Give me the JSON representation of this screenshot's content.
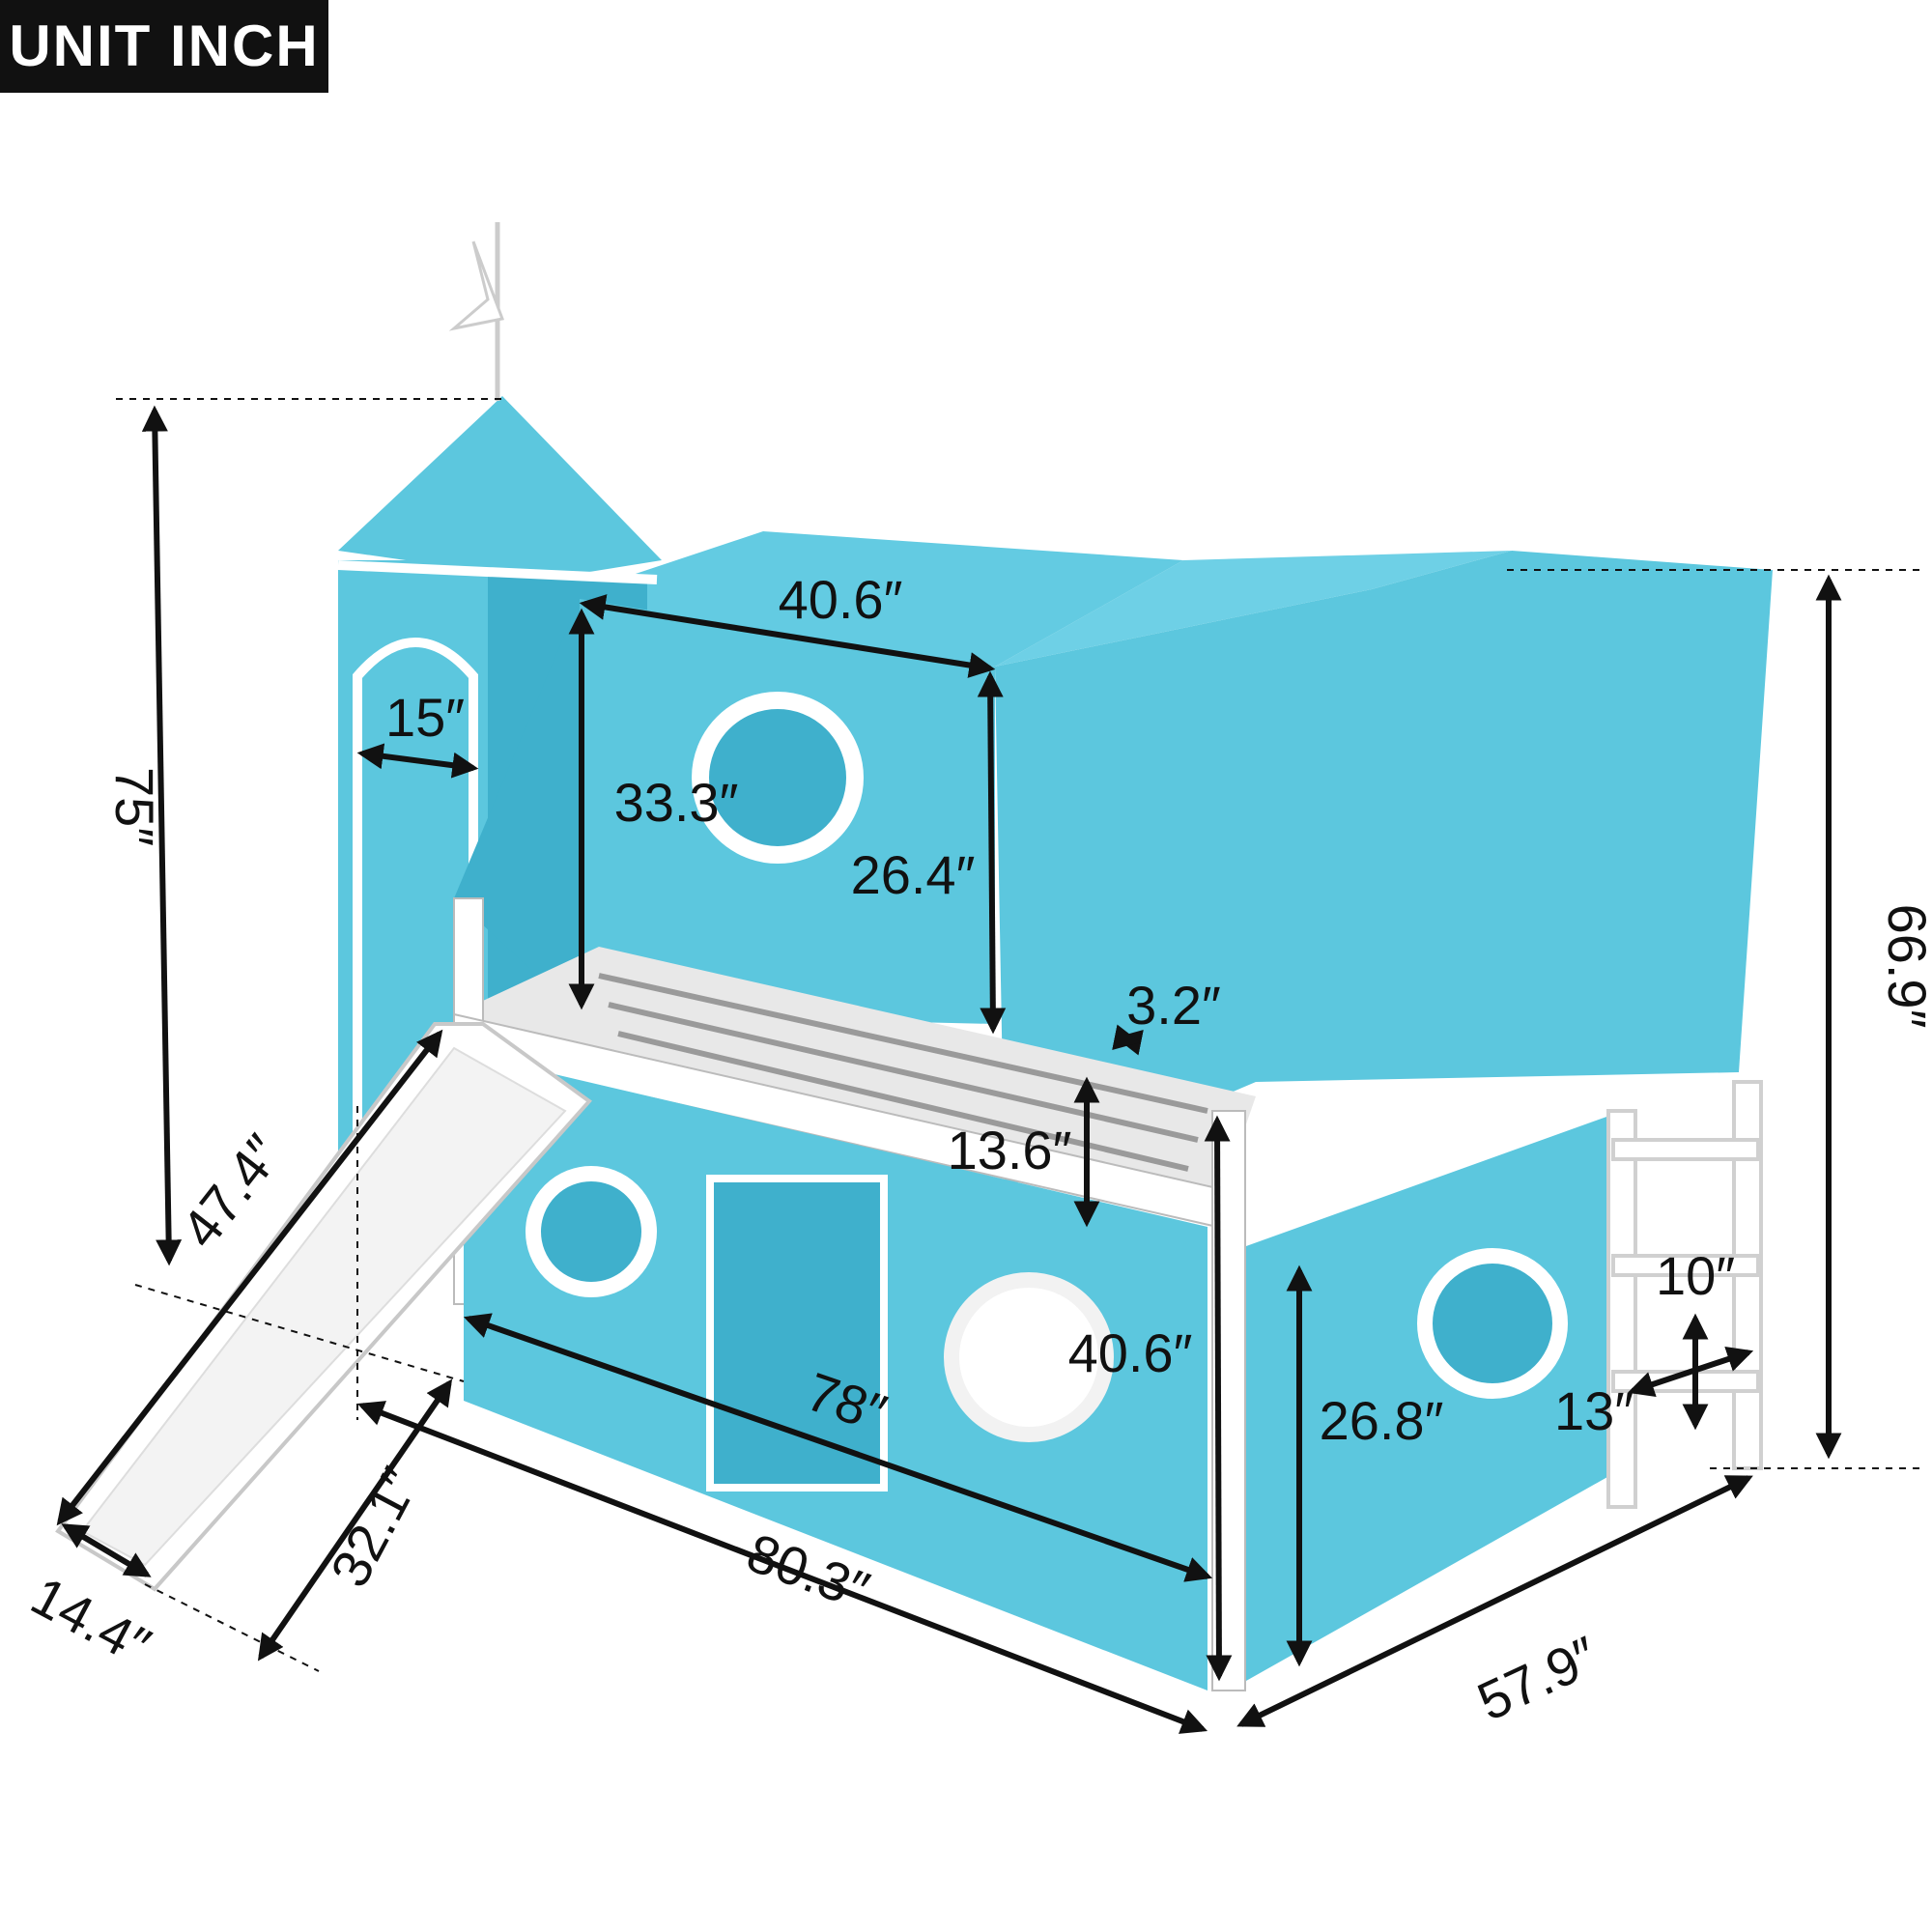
{
  "unit_label": "UNIT INCH",
  "colors": {
    "fabric": "#5cc7de",
    "fabric_dark": "#3fb0cc",
    "frame": "#ffffff",
    "badge_bg": "#111111",
    "ink": "#111111"
  },
  "dimensions": {
    "tower_height": "75″",
    "tower_window_width": "15″",
    "tent_front_width": "40.6″",
    "tent_front_height": "33.3″",
    "tent_opening_height": "26.4″",
    "rail_gap": "3.2″",
    "guardrail_height": "13.6″",
    "overall_height": "66.9″",
    "slide_length": "47.4″",
    "inner_length": "78″",
    "clearance_height": "40.6″",
    "underbed_height": "26.8″",
    "ladder_step": "10″",
    "ladder_width": "13″",
    "slide_reach": "32.1″",
    "slide_width": "14.4″",
    "overall_length": "80.3″",
    "overall_width": "57.9″"
  }
}
